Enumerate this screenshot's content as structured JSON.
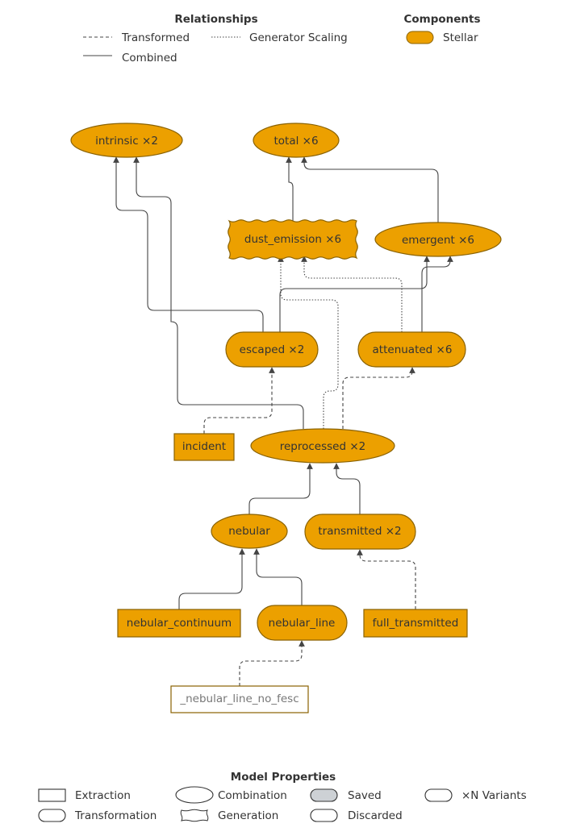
{
  "legend_top": {
    "relationships_title": "Relationships",
    "transformed": "Transformed",
    "generator_scaling": "Generator Scaling",
    "combined": "Combined",
    "components_title": "Components",
    "stellar": "Stellar"
  },
  "nodes": {
    "intrinsic": "intrinsic  ×2",
    "total": "total  ×6",
    "dust_emission": "dust_emission  ×6",
    "emergent": "emergent  ×6",
    "escaped": "escaped  ×2",
    "attenuated": "attenuated  ×6",
    "incident": "incident",
    "reprocessed": "reprocessed  ×2",
    "nebular": "nebular",
    "transmitted": "transmitted  ×2",
    "nebular_continuum": "nebular_continuum",
    "nebular_line": "nebular_line",
    "full_transmitted": "full_transmitted",
    "nebular_line_no_fesc": "_nebular_line_no_fesc"
  },
  "legend_bottom": {
    "title": "Model Properties",
    "extraction": "Extraction",
    "combination": "Combination",
    "saved": "Saved",
    "variants": "×N Variants",
    "transformation": "Transformation",
    "generation": "Generation",
    "discarded": "Discarded"
  },
  "colors": {
    "stellar_fill": "#eca000",
    "stellar_stroke": "#8a6200",
    "saved_fill": "#cdd1d5",
    "edge": "#444444",
    "text": "#333333",
    "discarded_text": "#777777"
  }
}
